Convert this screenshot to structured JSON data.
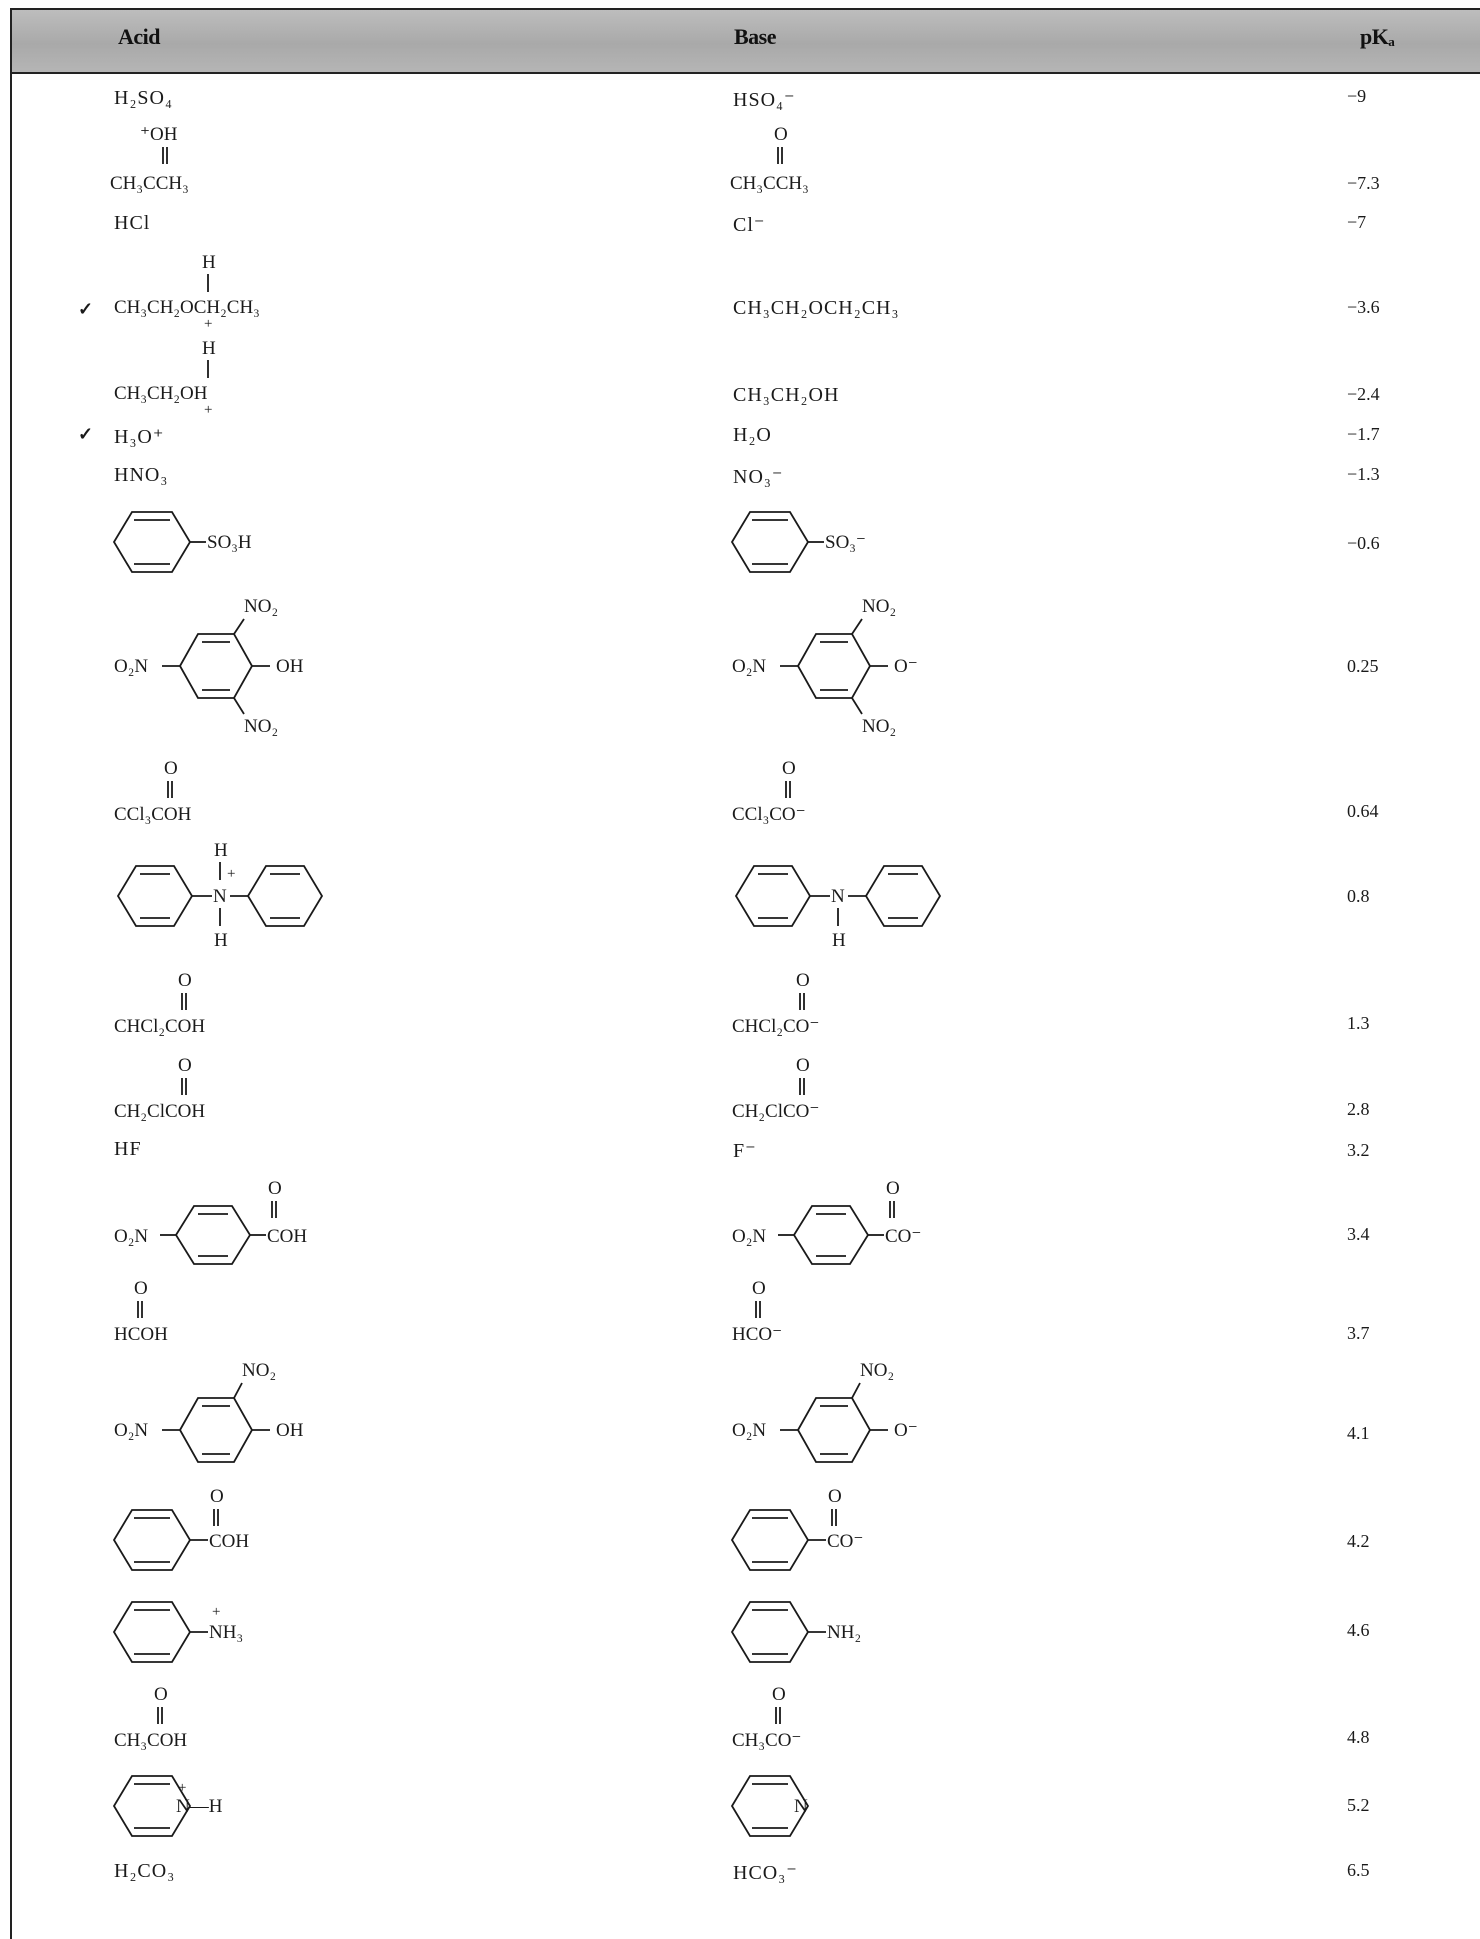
{
  "headers": {
    "acid": "Acid",
    "base": "Base",
    "pka": "pKₐ"
  },
  "rows": [
    {
      "acid": "H₂SO₄",
      "base": "HSO₄⁻",
      "pka": "−9"
    },
    {
      "acid": "CH₃CCH₃ (⁺OH)",
      "base": "CH₃CCH₃ (O)",
      "pka": "−7.3"
    },
    {
      "acid": "HCl",
      "base": "Cl⁻",
      "pka": "−7"
    },
    {
      "acid": "CH₃CH₂OCH₂CH₃ (H, +)",
      "base": "CH₃CH₂OCH₂CH₃",
      "pka": "−3.6"
    },
    {
      "acid": "CH₃CH₂OH (H, +)",
      "base": "CH₃CH₂OH",
      "pka": "−2.4"
    },
    {
      "acid": "H₃O⁺",
      "base": "H₂O",
      "pka": "−1.7"
    },
    {
      "acid": "HNO₃",
      "base": "NO₃⁻",
      "pka": "−1.3"
    },
    {
      "acid": "C₆H₅SO₃H",
      "base": "C₆H₅SO₃⁻",
      "pka": "−0.6"
    },
    {
      "acid": "2,4,6-(NO₂)₃C₆H₂OH",
      "base": "2,4,6-(NO₂)₃C₆H₂O⁻",
      "pka": "0.25"
    },
    {
      "acid": "CCl₃COH",
      "base": "CCl₃CO⁻",
      "pka": "0.64"
    },
    {
      "acid": "(C₆H₅)₂NH₂⁺",
      "base": "(C₆H₅)₂NH",
      "pka": "0.8"
    },
    {
      "acid": "CHCl₂COH",
      "base": "CHCl₂CO⁻",
      "pka": "1.3"
    },
    {
      "acid": "CH₂ClCOH",
      "base": "CH₂ClCO⁻",
      "pka": "2.8"
    },
    {
      "acid": "HF",
      "base": "F⁻",
      "pka": "3.2"
    },
    {
      "acid": "4-O₂NC₆H₄COH",
      "base": "4-O₂NC₆H₄CO⁻",
      "pka": "3.4"
    },
    {
      "acid": "HCOH",
      "base": "HCO⁻",
      "pka": "3.7"
    },
    {
      "acid": "2,4-(NO₂)₂C₆H₃OH",
      "base": "2,4-(NO₂)₂C₆H₃O⁻",
      "pka": "4.1"
    },
    {
      "acid": "C₆H₅COH",
      "base": "C₆H₅CO⁻",
      "pka": "4.2"
    },
    {
      "acid": "C₆H₅NH₃⁺",
      "base": "C₆H₅NH₂",
      "pka": "4.6"
    },
    {
      "acid": "CH₃COH",
      "base": "CH₃CO⁻",
      "pka": "4.8"
    },
    {
      "acid": "C₅H₅NH⁺",
      "base": "C₅H₅N",
      "pka": "5.2"
    },
    {
      "acid": "H₂CO₃",
      "base": "HCO₃⁻",
      "pka": "6.5"
    }
  ],
  "labels": {
    "oplus": "⁺OH",
    "o": "O",
    "h": "H",
    "plus": "+",
    "minus": "−",
    "so3h": "SO₃H",
    "so3m": "SO₃⁻",
    "no2": "NO₂",
    "o2n": "O₂N",
    "oh": "OH",
    "om": "O⁻",
    "coh": "COH",
    "com": "CO⁻",
    "n": "N",
    "nh3": "NH₃",
    "nh2": "NH₂",
    "nh": "N—H",
    "ch3cch3": "CH₃CCH₃",
    "ether": "CH₃CH₂OCH₂CH₃",
    "ethanol": "CH₃CH₂OH",
    "ethanol_acid": "CH₃CH₂OH",
    "h3o": "H₃O⁺",
    "h2o": "H₂O",
    "hno3": "HNO₃",
    "no3m": "NO₃⁻",
    "ccl3coh": "CCl₃COH",
    "ccl3com": "CCl₃CO⁻",
    "chcl2coh": "CHCl₂COH",
    "chcl2com": "CHCl₂CO⁻",
    "ch2clcoh": "CH₂ClCOH",
    "ch2clcom": "CH₂ClCO⁻",
    "hf": "HF",
    "fm": "F⁻",
    "hcoh": "HCOH",
    "hcom": "HCO⁻",
    "ch3coh": "CH₃COH",
    "ch3com": "CH₃CO⁻",
    "h2co3": "H₂CO₃",
    "hco3m": "HCO₃⁻",
    "h2so4": "H₂SO₄",
    "hso4m": "HSO₄⁻",
    "hcl": "HCl",
    "clm": "Cl⁻"
  }
}
